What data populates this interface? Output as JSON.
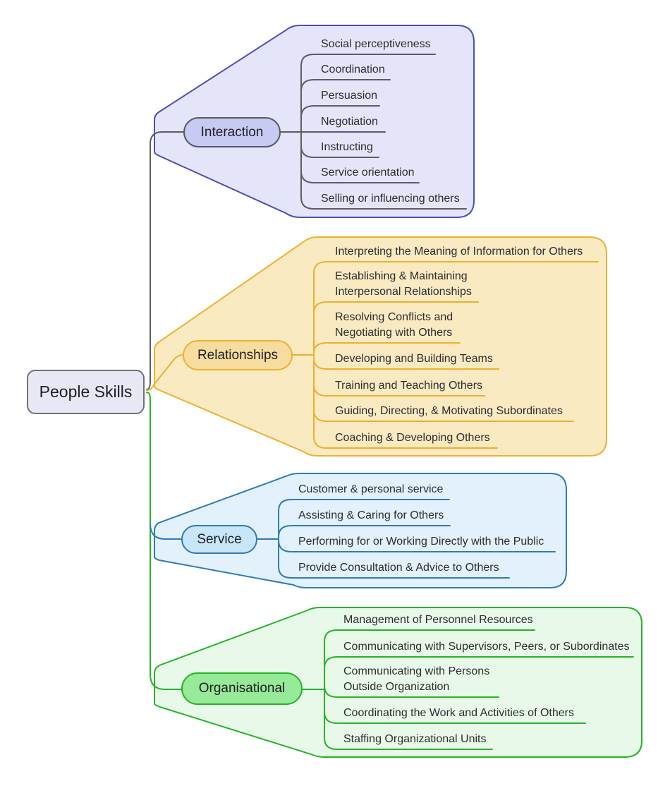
{
  "root": {
    "label": "People Skills"
  },
  "branches": [
    {
      "name": "Interaction",
      "theme": {
        "line": "#5c5c63",
        "blob_fill": "#e4e5f8",
        "blob_stroke": "#4c50b4",
        "pill_fill": "#c7caf2",
        "pill_stroke": "#58585e"
      },
      "items": [
        {
          "label": "Social perceptiveness"
        },
        {
          "label": "Coordination"
        },
        {
          "label": "Persuasion"
        },
        {
          "label": "Negotiation"
        },
        {
          "label": "Instructing"
        },
        {
          "label": "Service orientation"
        },
        {
          "label": "Selling or influencing others"
        }
      ]
    },
    {
      "name": "Relationships",
      "theme": {
        "line": "#eeb02f",
        "blob_fill": "#faeac2",
        "blob_stroke": "#eeb02f",
        "pill_fill": "#f6dd9f",
        "pill_stroke": "#edb22f"
      },
      "items": [
        {
          "label": "Interpreting the Meaning of Information for Others"
        },
        {
          "label": "Establishing & Maintaining\nInterpersonal Relationships"
        },
        {
          "label": "Resolving Conflicts and\nNegotiating with Others"
        },
        {
          "label": "Developing and Building Teams"
        },
        {
          "label": "Training and Teaching Others"
        },
        {
          "label": "Guiding, Directing, & Motivating Subordinates"
        },
        {
          "label": "Coaching & Developing Others"
        }
      ]
    },
    {
      "name": "Service",
      "theme": {
        "line": "#2d7cb3",
        "blob_fill": "#e2f1fb",
        "blob_stroke": "#2d7cb3",
        "pill_fill": "#c8e6f7",
        "pill_stroke": "#2d7cb3"
      },
      "items": [
        {
          "label": "Customer & personal service"
        },
        {
          "label": "Assisting & Caring for Others"
        },
        {
          "label": "Performing for or Working Directly with the Public"
        },
        {
          "label": "Provide Consultation & Advice to Others"
        }
      ]
    },
    {
      "name": "Organisational",
      "theme": {
        "line": "#27b427",
        "blob_fill": "#e9f9e9",
        "blob_stroke": "#27b427",
        "pill_fill": "#97ea97",
        "pill_stroke": "#27b427"
      },
      "items": [
        {
          "label": "Management of Personnel Resources"
        },
        {
          "label": "Communicating with Supervisors, Peers, or Subordinates"
        },
        {
          "label": "Communicating with Persons\nOutside Organization"
        },
        {
          "label": "Coordinating the Work and Activities of Others"
        },
        {
          "label": "Staffing Organizational Units"
        }
      ]
    }
  ]
}
